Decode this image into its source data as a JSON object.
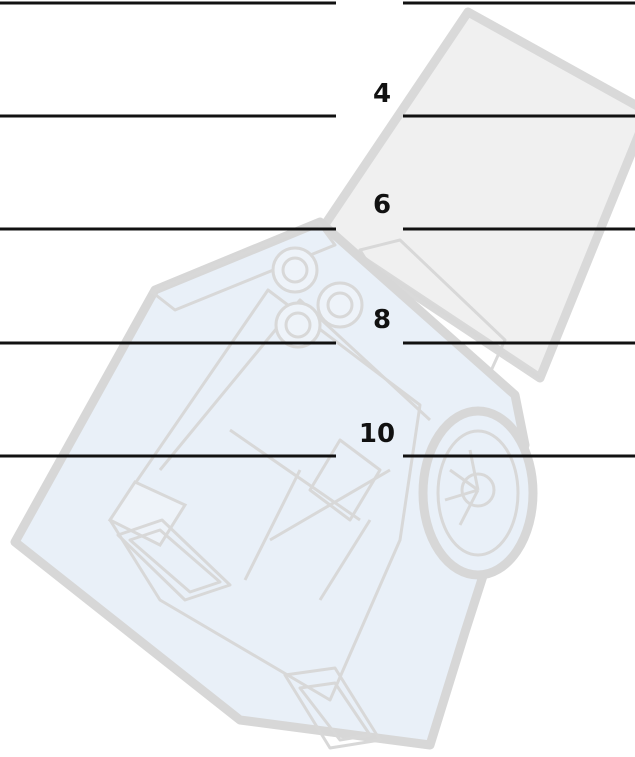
{
  "watermark": {
    "name": "satellite-illustration",
    "colors": {
      "outline": "#d7d7d7",
      "body_fill": "#e9f0f8",
      "panel_fill": "#f0f0f0"
    }
  },
  "row_labels": [
    {
      "text": ""
    },
    {
      "text": "4"
    },
    {
      "text": "6"
    },
    {
      "text": "8"
    },
    {
      "text": "10"
    }
  ],
  "colors": {
    "line": "#111111",
    "label": "#111111",
    "background": "#ffffff"
  }
}
